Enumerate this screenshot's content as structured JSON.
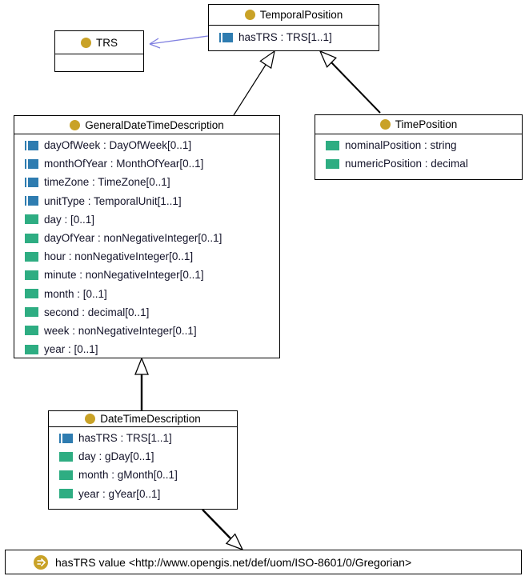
{
  "diagram": {
    "classes": [
      {
        "id": "temporal-position",
        "name": "TemporalPosition",
        "attributes": [
          {
            "icon": "object-property",
            "label": "hasTRS : TRS[1..1]"
          }
        ]
      },
      {
        "id": "trs",
        "name": "TRS",
        "attributes": []
      },
      {
        "id": "general-date-time-description",
        "name": "GeneralDateTimeDescription",
        "attributes": [
          {
            "icon": "object-property",
            "label": "dayOfWeek : DayOfWeek[0..1]"
          },
          {
            "icon": "object-property",
            "label": "monthOfYear : MonthOfYear[0..1]"
          },
          {
            "icon": "object-property",
            "label": "timeZone : TimeZone[0..1]"
          },
          {
            "icon": "object-property",
            "label": "unitType : TemporalUnit[1..1]"
          },
          {
            "icon": "datatype-property",
            "label": "day : [0..1]"
          },
          {
            "icon": "datatype-property",
            "label": "dayOfYear : nonNegativeInteger[0..1]"
          },
          {
            "icon": "datatype-property",
            "label": "hour : nonNegativeInteger[0..1]"
          },
          {
            "icon": "datatype-property",
            "label": "minute : nonNegativeInteger[0..1]"
          },
          {
            "icon": "datatype-property",
            "label": "month : [0..1]"
          },
          {
            "icon": "datatype-property",
            "label": "second : decimal[0..1]"
          },
          {
            "icon": "datatype-property",
            "label": "week : nonNegativeInteger[0..1]"
          },
          {
            "icon": "datatype-property",
            "label": "year : [0..1]"
          }
        ]
      },
      {
        "id": "time-position",
        "name": "TimePosition",
        "attributes": [
          {
            "icon": "datatype-property",
            "label": "nominalPosition : string"
          },
          {
            "icon": "datatype-property",
            "label": "numericPosition : decimal"
          }
        ]
      },
      {
        "id": "date-time-description",
        "name": "DateTimeDescription",
        "attributes": [
          {
            "icon": "object-property",
            "label": "hasTRS : TRS[1..1]"
          },
          {
            "icon": "datatype-property",
            "label": "day : gDay[0..1]"
          },
          {
            "icon": "datatype-property",
            "label": "month : gMonth[0..1]"
          },
          {
            "icon": "datatype-property",
            "label": "year : gYear[0..1]"
          }
        ]
      }
    ],
    "annotation_bar": {
      "icon": "value-restriction",
      "label": "hasTRS value <http://www.opengis.net/def/uom/ISO-8601/0/Gregorian>"
    },
    "relations": [
      {
        "type": "generalization",
        "from": "GeneralDateTimeDescription",
        "to": "TemporalPosition"
      },
      {
        "type": "generalization",
        "from": "TimePosition",
        "to": "TemporalPosition"
      },
      {
        "type": "generalization",
        "from": "DateTimeDescription",
        "to": "GeneralDateTimeDescription"
      },
      {
        "type": "generalization",
        "from": "DateTimeDescription",
        "to": "hasTRS value annotation"
      },
      {
        "type": "association",
        "from": "TemporalPosition",
        "to": "TRS"
      }
    ],
    "colors": {
      "class_icon": "#C9A227",
      "object_property_icon": "#2E7CB0",
      "datatype_property_icon": "#2EAD82",
      "association_arrow": "#8080E0",
      "border": "#000000"
    }
  }
}
